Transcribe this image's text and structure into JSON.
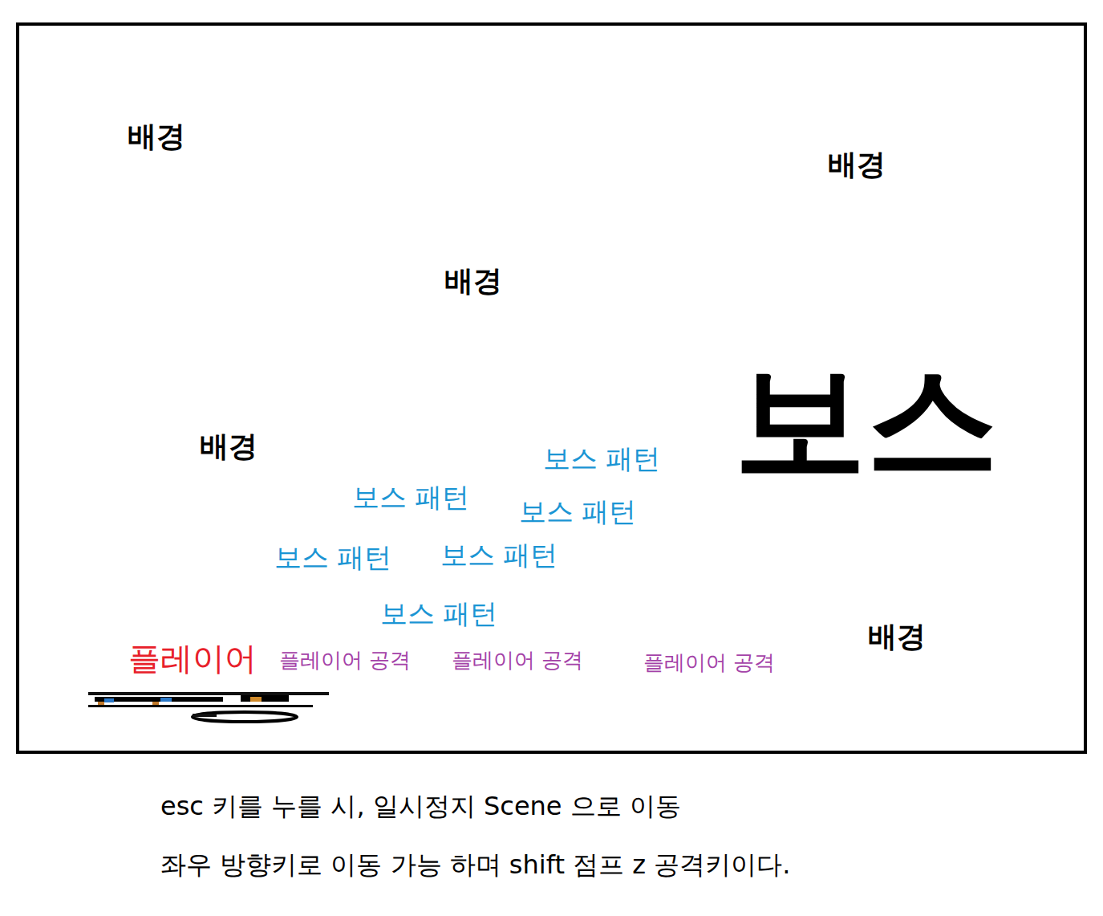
{
  "diagram": {
    "labels": [
      "배경",
      "배경",
      "배경",
      "배경",
      "배경",
      "보스",
      "보스 패턴",
      "보스 패턴",
      "보스 패턴",
      "보스 패턴",
      "보스 패턴",
      "보스 패턴",
      "플레이어",
      "플레이어 공격",
      "플레이어 공격",
      "플레이어 공격",
      "esc 키를 누를 시, 일시정지 Scene 으로 이동",
      "좌우 방향키로 이동 가능 하며 shift 점프 z 공격키이다."
    ]
  }
}
